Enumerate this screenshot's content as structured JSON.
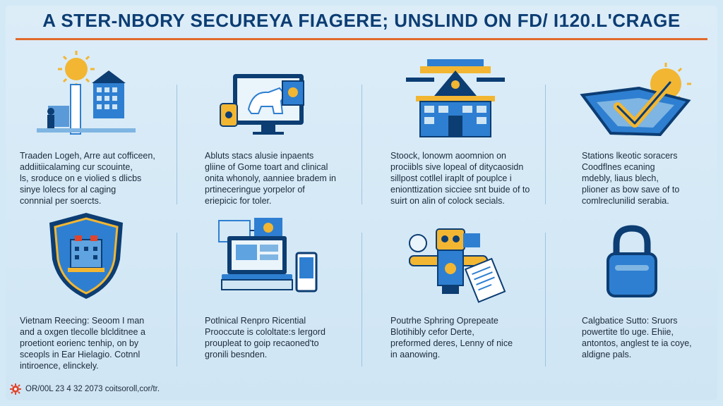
{
  "title": "A STER-NBORY SECUREYA FIAGERE; UNSLIND ON FD/ I120.L'CRAGE",
  "colors": {
    "accent": "#e06a2c",
    "navy": "#0c3d73",
    "blue": "#2e7fd1",
    "gold": "#f2b632",
    "background": "#d3e9f6"
  },
  "panels": [
    {
      "icon": "city-building-sun-icon",
      "head": "Traaden Logeh,",
      "lines": [
        "Traaden Logeh, Arre aut cofficeen,",
        "addiitiicalaming cur scouinte,",
        "ls, sroduce on e violied s dlicbs",
        "sinye lolecs for al caging",
        "connnial per soercts."
      ]
    },
    {
      "icon": "monitor-dog-icon",
      "head": "Abluts",
      "lines": [
        "Abluts stacs alusie inpaents",
        "gliine of Gome toart and clinical",
        "onita whonoly, aanniee bradem in",
        "prtineceringue yorpelor of",
        "eriepicic for toler."
      ]
    },
    {
      "icon": "temple-server-icon",
      "head": "Stoock,",
      "lines": [
        "Stoock, lonowm aoomnion on",
        "prociibls sive lopeal of ditycaosidn",
        "sillpost cotllel iraplt of pouplce i",
        "enionttization sicciee snt buide of to",
        "suirt on alin of colock secials."
      ]
    },
    {
      "icon": "shield-checkmark-icon",
      "head": "Stations lkeotic",
      "lines": [
        "Stations lkeotic soracers",
        "Coodflnes ecaning",
        "mdebly, liaus blech,",
        "plioner as bow save of to",
        "comlreclunilid serabia."
      ]
    },
    {
      "icon": "shield-badge-icon",
      "head": "Vietnam Reecing:",
      "lines": [
        "Vietnam Reecing: Seoom I man",
        "and a oxgen tlecolle blclditnee a",
        "proetiont eorienc tenhip, on by",
        "sceopls in Ear Hielagio. Cotnnl",
        "intiroence, elinckely."
      ]
    },
    {
      "icon": "laptop-network-icon",
      "head": "Potlnical Renpro Ricential",
      "lines": [
        "Potlnical Renpro Ricential",
        "Prooccute is cololtate:s lergord",
        "proupleat to goip recaoned'to",
        "gronili besnden."
      ]
    },
    {
      "icon": "robot-document-icon",
      "head": "Poutrhe Sphring Oprepeate",
      "lines": [
        "Poutrhe Sphring Oprepeate",
        "Blotihibly cefor Derte,",
        "preformed deres, Lenny of nice",
        "in aanowing."
      ]
    },
    {
      "icon": "padlock-icon",
      "head": "Calgbatice Sutto: Sruors",
      "lines": [
        "Calgbatice Sutto: Sruors",
        "powertite tlo uge. Ehiie,",
        "antontos, anglest te ia coye,",
        "aldigne pals."
      ]
    }
  ],
  "footer": {
    "icon": "gear-logo-icon",
    "text": "OR/00L 23 4 32 2073 coitsoroll,cor/tr."
  }
}
